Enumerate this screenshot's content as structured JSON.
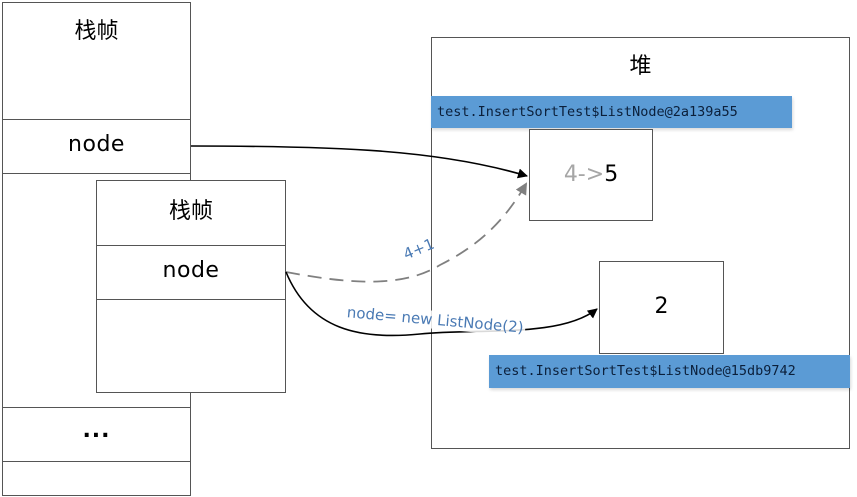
{
  "outer_frame": {
    "title": "栈帧",
    "var_name": "node",
    "ellipsis": "..."
  },
  "inner_frame": {
    "title": "栈帧",
    "var_name": "node"
  },
  "heap": {
    "title": "堆",
    "object_1": {
      "address": "test.InsertSortTest$ListNode@2a139a55",
      "value_old": "4->",
      "value_new": "5"
    },
    "object_2": {
      "address": "test.InsertSortTest$ListNode@15db9742",
      "value": "2"
    }
  },
  "edges": {
    "dashed_label": "4+1",
    "assign_label": "node= new ListNode(2)"
  },
  "colors": {
    "address_bar": "#5b9bd5",
    "edge_label": "#4a7ab4",
    "dashed_arrow": "#808080"
  }
}
